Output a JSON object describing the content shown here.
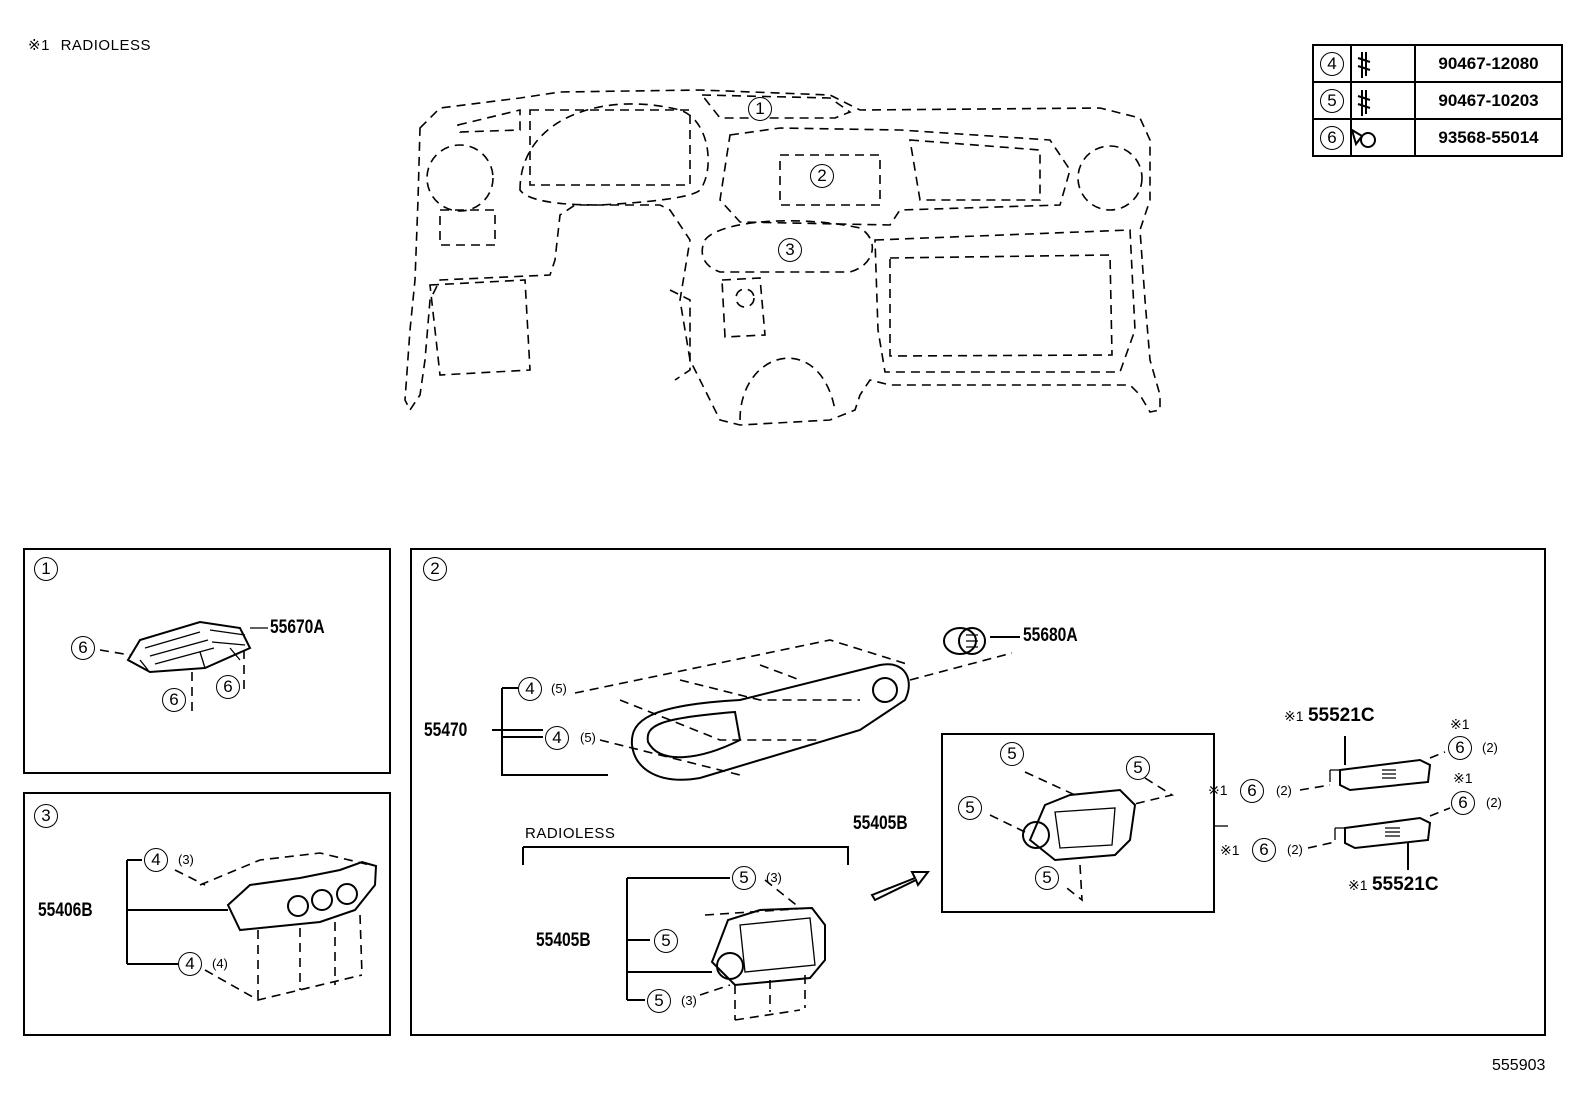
{
  "header": {
    "note_symbol": "※1",
    "note_text": "RADIOLESS"
  },
  "legend": [
    {
      "ref": "4",
      "icon": "clip-icon",
      "part": "90467-12080"
    },
    {
      "ref": "5",
      "icon": "clip-icon",
      "part": "90467-10203"
    },
    {
      "ref": "6",
      "icon": "screw-icon",
      "part": "93568-55014"
    }
  ],
  "overview": {
    "callouts": [
      "1",
      "2",
      "3"
    ]
  },
  "panel1": {
    "id": "1",
    "part": "55670A",
    "refs": [
      "6",
      "6",
      "6"
    ]
  },
  "panel3": {
    "id": "3",
    "part": "55406B",
    "refs": [
      {
        "ref": "4",
        "qty": "(3)"
      },
      {
        "ref": "4",
        "qty": "(4)"
      }
    ]
  },
  "panel2": {
    "id": "2",
    "grille_part": "55680A",
    "bezel_part": "55470",
    "bezel_refs": [
      {
        "ref": "4",
        "qty": "(5)"
      },
      {
        "ref": "4",
        "qty": "(5)"
      }
    ],
    "radioless_label": "RADIOLESS",
    "radioless_part": "55405B",
    "radioless_refs": [
      {
        "ref": "5",
        "qty": "(3)"
      },
      {
        "ref": "5",
        "qty": ""
      },
      {
        "ref": "5",
        "qty": "(3)"
      }
    ],
    "inset_part": "55405B",
    "inset_refs": [
      "5",
      "5",
      "5",
      "5"
    ],
    "pocket_part": "55521C",
    "pocket_symbol": "※1",
    "pocket_refs": [
      {
        "ref": "6",
        "qty": "(2)"
      },
      {
        "ref": "6",
        "qty": "(2)"
      },
      {
        "ref": "6",
        "qty": "(2)"
      },
      {
        "ref": "6",
        "qty": "(2)"
      }
    ]
  },
  "footer": {
    "drawing_number": "555903"
  }
}
